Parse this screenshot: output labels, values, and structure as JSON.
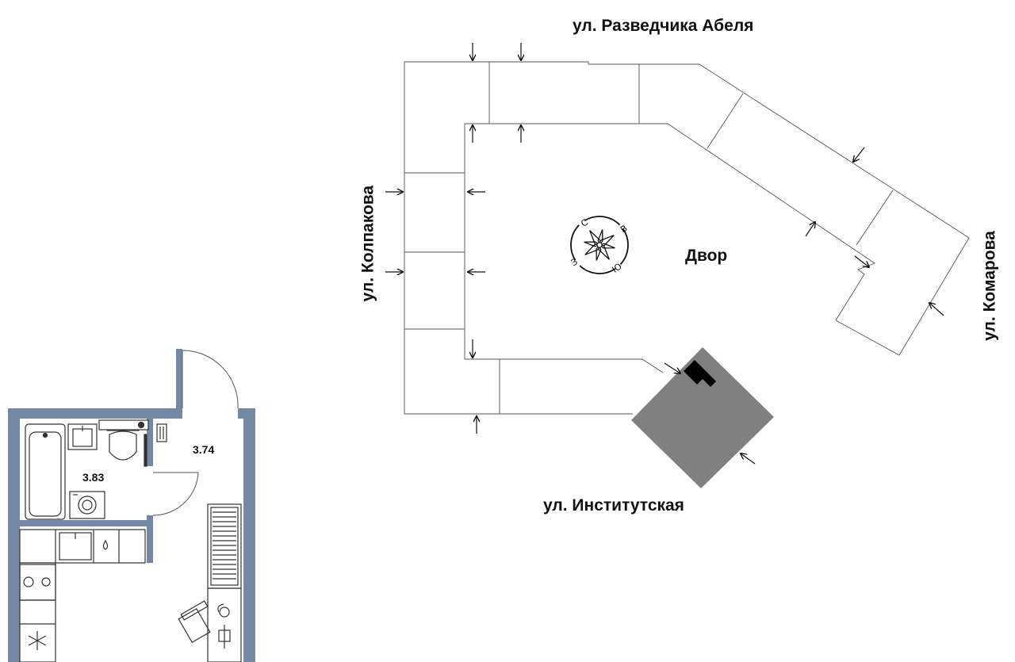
{
  "colors": {
    "wall": "#7388a4",
    "building_outline": "#555555",
    "site_block": "#808080",
    "entrance_mark": "#000000",
    "text": "#111111"
  },
  "site_plan": {
    "streets": {
      "north": "ул. Разведчика Абеля",
      "west": "ул. Колпакова",
      "east": "ул. Комарова",
      "south": "ул. Институтская"
    },
    "courtyard_label": "Двор",
    "compass": {
      "north": "С",
      "east": "В",
      "south": "Ю",
      "west": "З"
    }
  },
  "apartment": {
    "rooms": [
      {
        "name": "bathroom",
        "area": "3.83"
      },
      {
        "name": "hallway",
        "area": "3.74"
      }
    ]
  }
}
